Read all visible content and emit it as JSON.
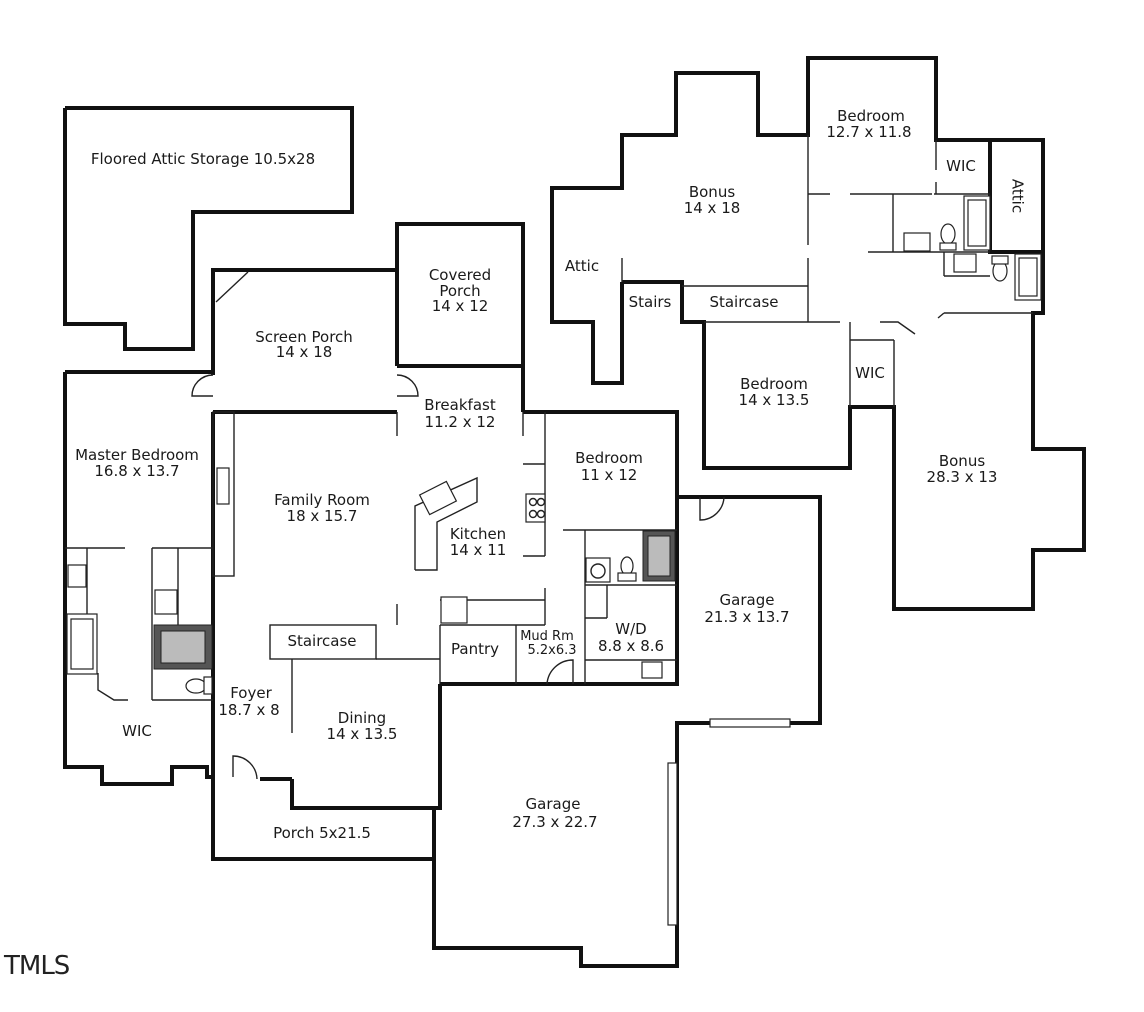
{
  "rooms": {
    "floored_attic": "Floored Attic Storage 10.5x28",
    "covered_porch_name": "Covered",
    "covered_porch_name2": "Porch",
    "covered_porch_dim": "14 x 12",
    "screen_porch_name": "Screen Porch",
    "screen_porch_dim": "14 x 18",
    "breakfast_name": "Breakfast",
    "breakfast_dim": "11.2 x 12",
    "master_name": "Master Bedroom",
    "master_dim": "16.8 x 13.7",
    "family_name": "Family Room",
    "family_dim": "18 x 15.7",
    "kitchen_name": "Kitchen",
    "kitchen_dim": "14 x 11",
    "bedroom_main_name": "Bedroom",
    "bedroom_main_dim": "11 x 12",
    "staircase_main": "Staircase",
    "pantry": "Pantry",
    "mudrm_name": "Mud Rm",
    "mudrm_dim": "5.2x6.3",
    "wd_name": "W/D",
    "wd_dim": "8.8 x 8.6",
    "garage_small_name": "Garage",
    "garage_small_dim": "21.3 x 13.7",
    "foyer_name": "Foyer",
    "foyer_dim": "18.7 x 8",
    "dining_name": "Dining",
    "dining_dim": "14 x 13.5",
    "wic_master": "WIC",
    "porch": "Porch 5x21.5",
    "garage_big_name": "Garage",
    "garage_big_dim": "27.3 x 22.7",
    "bonus_up_name": "Bonus",
    "bonus_up_dim": "14 x 18",
    "bedroom_up1_name": "Bedroom",
    "bedroom_up1_dim": "12.7 x 11.8",
    "wic_up1": "WIC",
    "attic_right": "Attic",
    "attic_left": "Attic",
    "stairs": "Stairs",
    "staircase_up": "Staircase",
    "bedroom_up2_name": "Bedroom",
    "bedroom_up2_dim": "14 x 13.5",
    "wic_up2": "WIC",
    "bonus_big_name": "Bonus",
    "bonus_big_dim": "28.3 x 13"
  },
  "logo": "TMLS"
}
